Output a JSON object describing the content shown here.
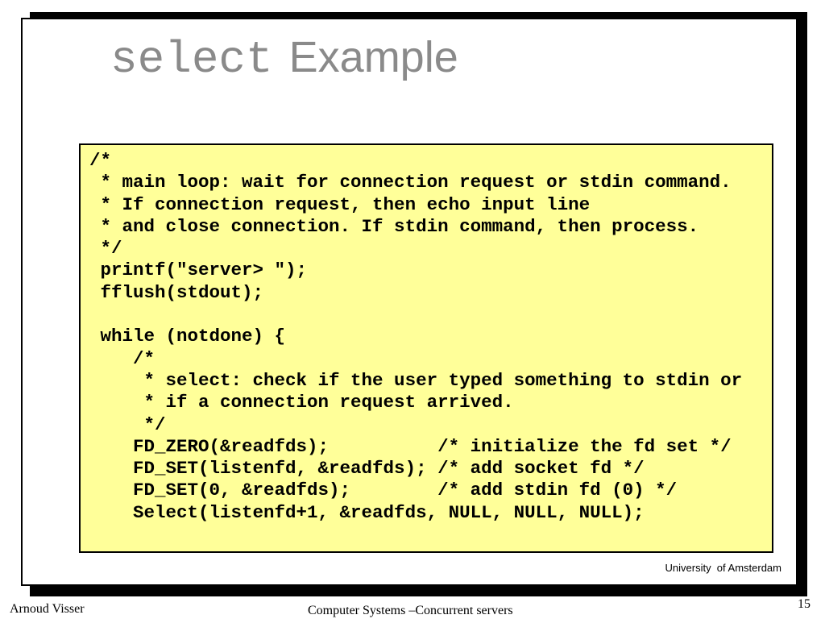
{
  "slide": {
    "title_code": "select",
    "title_text": "Example",
    "code": "/*\n * main loop: wait for connection request or stdin command.\n * If connection request, then echo input line\n * and close connection. If stdin command, then process.\n */\n printf(\"server> \");\n fflush(stdout);\n\n while (notdone) {\n    /*\n     * select: check if the user typed something to stdin or\n     * if a connection request arrived.\n     */\n    FD_ZERO(&readfds);          /* initialize the fd set */\n    FD_SET(listenfd, &readfds); /* add socket fd */\n    FD_SET(0, &readfds);        /* add stdin fd (0) */\n    Select(listenfd+1, &readfds, NULL, NULL, NULL);",
    "affiliation": "University  of Amsterdam"
  },
  "footer": {
    "author": "Arnoud Visser",
    "course": "Computer Systems –Concurrent servers",
    "page_number": "15"
  },
  "colors": {
    "code_background": "#ffff99",
    "title_color": "#8a8a8a",
    "frame_shadow": "#000000"
  }
}
